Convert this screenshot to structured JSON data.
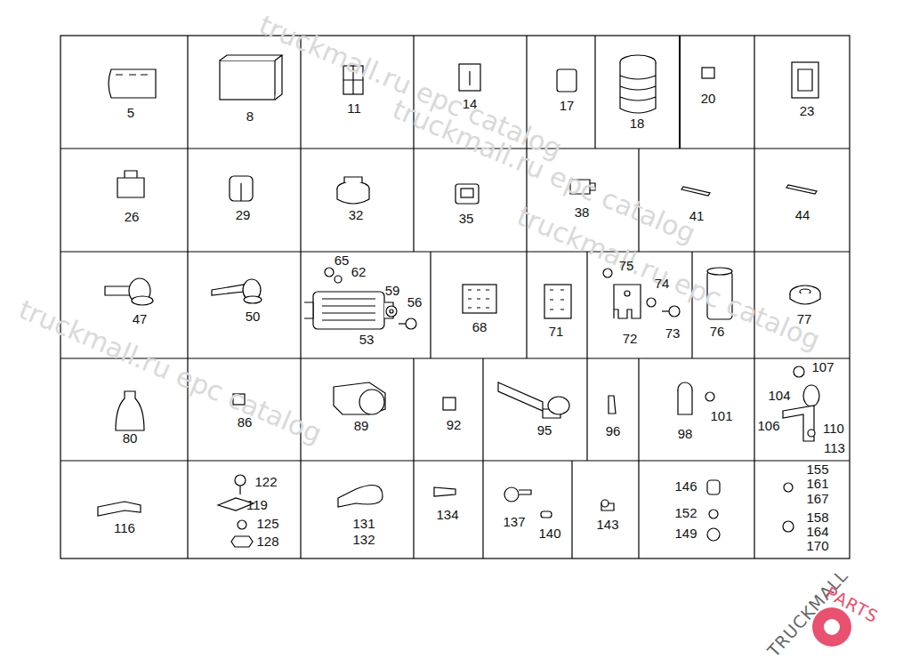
{
  "diagram": {
    "labels": [
      "5",
      "8",
      "11",
      "14",
      "17",
      "18",
      "20",
      "23",
      "26",
      "29",
      "32",
      "35",
      "38",
      "41",
      "44",
      "47",
      "50",
      "65",
      "62",
      "59",
      "56",
      "53",
      "68",
      "71",
      "75",
      "74",
      "72",
      "73",
      "76",
      "77",
      "80",
      "86",
      "89",
      "92",
      "95",
      "96",
      "98",
      "101",
      "107",
      "104",
      "106",
      "110",
      "113",
      "116",
      "122",
      "119",
      "125",
      "128",
      "131",
      "132",
      "134",
      "137",
      "140",
      "143",
      "146",
      "152",
      "149",
      "155",
      "161",
      "167",
      "158",
      "164",
      "170",
      "truckmall.ru epc catalog",
      "truckmall.ru epc catalog",
      "truckmall.ru epc catalog",
      "truckmall.ru epc catalog",
      "TRUCKMALL",
      "PARTS"
    ]
  }
}
